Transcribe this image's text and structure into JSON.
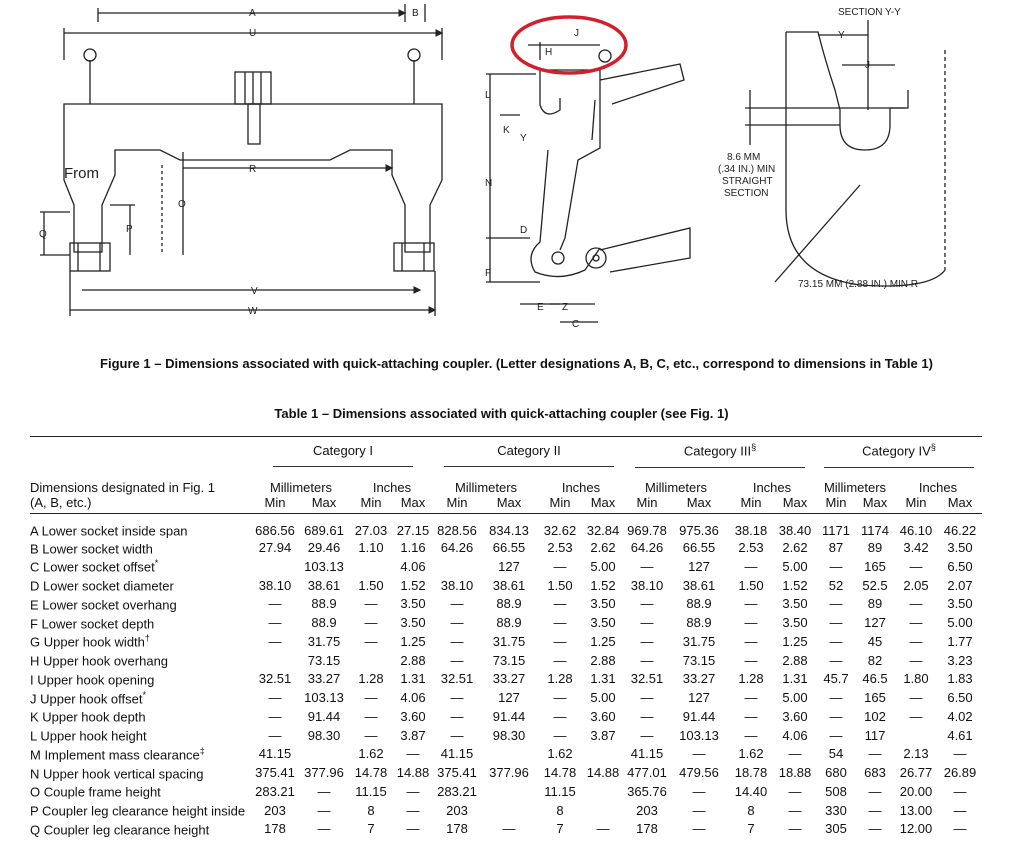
{
  "figure": {
    "labels": {
      "A": "A",
      "B": "B",
      "U": "U",
      "R": "R",
      "O": "O",
      "P": "P",
      "Q": "Q",
      "V": "V",
      "W": "W",
      "H": "H",
      "J": "J",
      "L": "L",
      "K": "K",
      "Y": "Y",
      "N": "N",
      "D": "D",
      "F": "F",
      "E": "E",
      "Z": "Z",
      "C": "C",
      "from": "From",
      "section": "SECTION Y-Y",
      "sec_y": "Y",
      "sec_j": "J",
      "straight_1": "8.6 MM",
      "straight_2": "(.34 IN.) MIN",
      "straight_3": "STRAIGHT",
      "straight_4": "SECTION",
      "radius": "73.15 MM (2.88 IN.) MIN R"
    },
    "annotation_color": "#d21f2b"
  },
  "figure_caption": "Figure 1 – Dimensions associated with quick-attaching coupler. (Letter designations A, B, C, etc., correspond to dimensions in Table 1)",
  "table_caption": "Table 1 – Dimensions associated with quick-attaching coupler (see Fig. 1)",
  "table": {
    "header_label_1": "Dimensions designated in Fig. 1",
    "header_label_2": "(A, B, etc.)",
    "categories": [
      "Category I",
      "Category II",
      "Category III",
      "Category IV"
    ],
    "category_marks": [
      "",
      "",
      "§",
      "§"
    ],
    "units": [
      "Millimeters",
      "Inches"
    ],
    "minmax": [
      "Min",
      "Max"
    ],
    "rows": [
      {
        "label": "A Lower socket inside span",
        "mark": "",
        "values": [
          "686.56",
          "689.61",
          "27.03",
          "27.15",
          "828.56",
          "834.13",
          "32.62",
          "32.84",
          "969.78",
          "975.36",
          "38.18",
          "38.40",
          "1171",
          "1174",
          "46.10",
          "46.22"
        ]
      },
      {
        "label": "B Lower socket width",
        "mark": "",
        "values": [
          "27.94",
          "29.46",
          "1.10",
          "1.16",
          "64.26",
          "66.55",
          "2.53",
          "2.62",
          "64.26",
          "66.55",
          "2.53",
          "2.62",
          "87",
          "89",
          "3.42",
          "3.50"
        ]
      },
      {
        "label": "C Lower socket offset",
        "mark": "*",
        "values": [
          "",
          "103.13",
          "",
          "4.06",
          "",
          "127",
          "—",
          "5.00",
          "—",
          "127",
          "—",
          "5.00",
          "—",
          "165",
          "—",
          "6.50"
        ]
      },
      {
        "label": "D Lower socket diameter",
        "mark": "",
        "values": [
          "38.10",
          "38.61",
          "1.50",
          "1.52",
          "38.10",
          "38.61",
          "1.50",
          "1.52",
          "38.10",
          "38.61",
          "1.50",
          "1.52",
          "52",
          "52.5",
          "2.05",
          "2.07"
        ]
      },
      {
        "label": "E Lower socket overhang",
        "mark": "",
        "values": [
          "—",
          "88.9",
          "—",
          "3.50",
          "—",
          "88.9",
          "—",
          "3.50",
          "—",
          "88.9",
          "—",
          "3.50",
          "—",
          "89",
          "—",
          "3.50"
        ]
      },
      {
        "label": "F Lower socket depth",
        "mark": "",
        "values": [
          "—",
          "88.9",
          "—",
          "3.50",
          "—",
          "88.9",
          "—",
          "3.50",
          "—",
          "88.9",
          "—",
          "3.50",
          "—",
          "127",
          "—",
          "5.00"
        ]
      },
      {
        "label": "G Upper hook width",
        "mark": "†",
        "values": [
          "—",
          "31.75",
          "—",
          "1.25",
          "—",
          "31.75",
          "—",
          "1.25",
          "—",
          "31.75",
          "—",
          "1.25",
          "—",
          "45",
          "—",
          "1.77"
        ]
      },
      {
        "label": "H Upper hook overhang",
        "mark": "",
        "values": [
          "",
          "73.15",
          "",
          "2.88",
          "—",
          "73.15",
          "—",
          "2.88",
          "—",
          "73.15",
          "—",
          "2.88",
          "—",
          "82",
          "—",
          "3.23"
        ]
      },
      {
        "label": "I Upper hook opening",
        "mark": "",
        "values": [
          "32.51",
          "33.27",
          "1.28",
          "1.31",
          "32.51",
          "33.27",
          "1.28",
          "1.31",
          "32.51",
          "33.27",
          "1.28",
          "1.31",
          "45.7",
          "46.5",
          "1.80",
          "1.83"
        ]
      },
      {
        "label": "J Upper hook offset",
        "mark": "*",
        "values": [
          "—",
          "103.13",
          "—",
          "4.06",
          "—",
          "127",
          "—",
          "5.00",
          "—",
          "127",
          "—",
          "5.00",
          "—",
          "165",
          "—",
          "6.50"
        ]
      },
      {
        "label": "K Upper hook depth",
        "mark": "",
        "values": [
          "—",
          "91.44",
          "—",
          "3.60",
          "—",
          "91.44",
          "—",
          "3.60",
          "—",
          "91.44",
          "—",
          "3.60",
          "—",
          "102",
          "—",
          "4.02"
        ]
      },
      {
        "label": "L Upper hook height",
        "mark": "",
        "values": [
          "—",
          "98.30",
          "—",
          "3.87",
          "—",
          "98.30",
          "—",
          "3.87",
          "—",
          "103.13",
          "—",
          "4.06",
          "—",
          "117",
          "",
          "4.61"
        ]
      },
      {
        "label": "M Implement mass clearance",
        "mark": "‡",
        "values": [
          "41.15",
          "",
          "1.62",
          "—",
          "41.15",
          "",
          "1.62",
          "",
          "41.15",
          "—",
          "1.62",
          "—",
          "54",
          "—",
          "2.13",
          "—"
        ]
      },
      {
        "label": "N Upper hook vertical spacing",
        "mark": "",
        "values": [
          "375.41",
          "377.96",
          "14.78",
          "14.88",
          "375.41",
          "377.96",
          "14.78",
          "14.88",
          "477.01",
          "479.56",
          "18.78",
          "18.88",
          "680",
          "683",
          "26.77",
          "26.89"
        ]
      },
      {
        "label": "O Couple frame height",
        "mark": "",
        "values": [
          "283.21",
          "—",
          "11.15",
          "—",
          "283.21",
          "",
          "11.15",
          "",
          "365.76",
          "—",
          "14.40",
          "—",
          "508",
          "—",
          "20.00",
          "—"
        ]
      },
      {
        "label": "P Coupler leg clearance height inside",
        "mark": "",
        "values": [
          "203",
          "—",
          "8",
          "—",
          "203",
          "",
          "8",
          "",
          "203",
          "—",
          "8",
          "—",
          "330",
          "—",
          "13.00",
          "—"
        ]
      },
      {
        "label": "Q Coupler leg clearance height",
        "mark": "",
        "values": [
          "178",
          "—",
          "7",
          "—",
          "178",
          "—",
          "7",
          "—",
          "178",
          "—",
          "7",
          "—",
          "305",
          "—",
          "12.00",
          "—"
        ]
      }
    ]
  }
}
